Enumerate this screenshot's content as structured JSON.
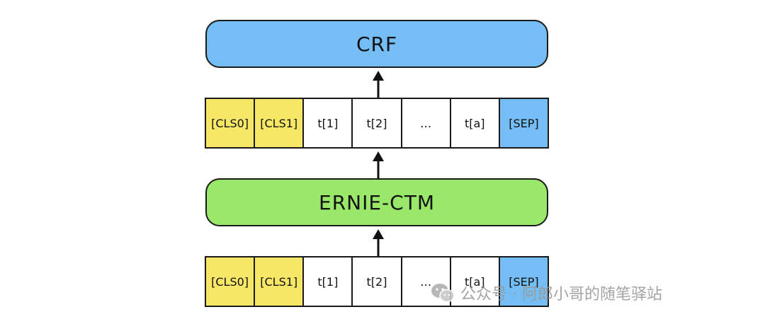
{
  "top_layer": {
    "label": "CRF"
  },
  "middle_layer": {
    "label": "ERNIE-CTM"
  },
  "output_tokens": [
    "[CLS0]",
    "[CLS1]",
    "t[1]",
    "t[2]",
    "…",
    "t[a]",
    "[SEP]"
  ],
  "input_tokens": [
    "[CLS0]",
    "[CLS1]",
    "t[1]",
    "t[2]",
    "…",
    "t[a]",
    "[SEP]"
  ],
  "watermark": {
    "text": "公众号 · 阿郎小哥的随笔驿站",
    "icon": "wechat-icon"
  },
  "colors": {
    "crf": "#74bdf5",
    "ernie": "#9ae86a",
    "cls": "#f7e766",
    "sep": "#74bdf5",
    "token": "#ffffff"
  }
}
